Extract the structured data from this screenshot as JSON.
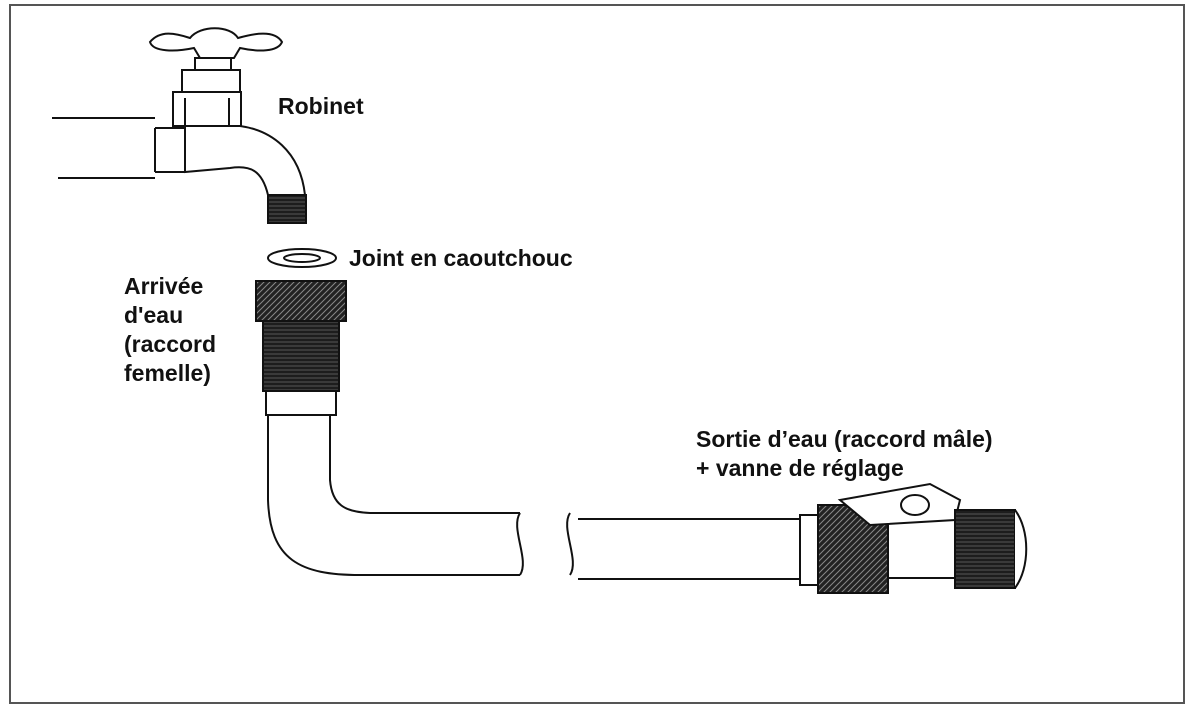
{
  "diagram": {
    "labels": {
      "faucet": "Robinet",
      "gasket": "Joint en caoutchouc",
      "inlet": [
        "Arrivée",
        "d'eau",
        "(raccord",
        "femelle)"
      ],
      "outlet": [
        "Sortie d’eau (raccord mâle)",
        "+ vanne de réglage"
      ]
    },
    "colors": {
      "line": "#111111",
      "frame": "#555555",
      "grip": "#1a1a1a"
    }
  }
}
